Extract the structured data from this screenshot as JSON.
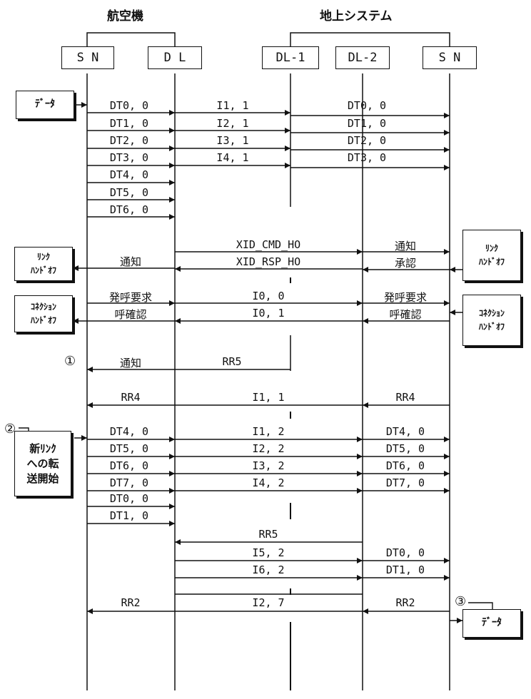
{
  "groups": {
    "aircraft": "航空機",
    "ground": "地上システム"
  },
  "entities": {
    "sn_air": "S N",
    "dl_air": "D L",
    "dl1": "DL-1",
    "dl2": "DL-2",
    "sn_ground": "S N"
  },
  "side_boxes": {
    "data_top": "ﾃﾞｰﾀ",
    "link_ho_left": "ﾘﾝｸ\nﾊﾝﾄﾞｵﾌ",
    "link_ho_right": "ﾘﾝｸ\nﾊﾝﾄﾞｵﾌ",
    "conn_ho_left": "ｺﾈｸｼｮﾝ\nﾊﾝﾄﾞｵﾌ",
    "conn_ho_right": "ｺﾈｸｼｮﾝ\nﾊﾝﾄﾞｵﾌ",
    "new_link": "新ﾘﾝｸ\nへの転\n送開始",
    "data_bottom": "ﾃﾞｰﾀ"
  },
  "markers": {
    "m1": "①",
    "m2": "②",
    "m3": "③"
  },
  "messages": {
    "a1": "DT0, 0",
    "b1": "I1, 1",
    "c1": "DT0, 0",
    "a2": "DT1, 0",
    "b2": "I2, 1",
    "c2": "DT1, 0",
    "a3": "DT2, 0",
    "b3": "I3, 1",
    "c3": "DT2, 0",
    "a4": "DT3, 0",
    "b4": "I4, 1",
    "c4": "DT3, 0",
    "a5": "DT4, 0",
    "a6": "DT5, 0",
    "a7": "DT6, 0",
    "xid_cmd": "XID_CMD_HO",
    "notify_r": "通知",
    "xid_rsp": "XID_RSP_HO",
    "ack_r": "承認",
    "notify_l": "通知",
    "call_req_l": "発呼要求",
    "i00": "I0, 0",
    "call_req_r": "発呼要求",
    "call_conf_l": "呼確認",
    "i01": "I0, 1",
    "call_conf_r": "呼確認",
    "notify_1": "通知",
    "rr5_a": "RR5",
    "rr4_l": "RR4",
    "i11": "I1, 1",
    "rr4_r": "RR4",
    "d1": "DT4, 0",
    "e1": "I1, 2",
    "f1": "DT4, 0",
    "d2": "DT5, 0",
    "e2": "I2, 2",
    "f2": "DT5, 0",
    "d3": "DT6, 0",
    "e3": "I3, 2",
    "f3": "DT6, 0",
    "d4": "DT7, 0",
    "e4": "I4, 2",
    "f4": "DT7, 0",
    "d5": "DT0, 0",
    "d6": "DT1, 0",
    "rr5_b": "RR5",
    "i52": "I5, 2",
    "g1": "DT0, 0",
    "i62": "I6, 2",
    "g2": "DT1, 0",
    "rr2_l": "RR2",
    "i27": "I2, 7",
    "rr2_r": "RR2"
  }
}
